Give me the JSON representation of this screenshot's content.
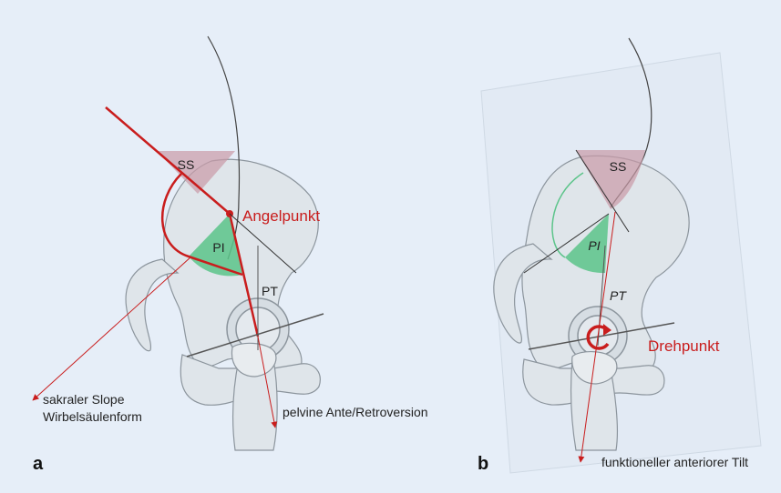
{
  "colors": {
    "background": "#e6eef8",
    "bone_fill": "#dfe5ea",
    "bone_stroke": "#8c959d",
    "accent_red": "#c91d1d",
    "pi_green": "#5cc48a",
    "ss_pink": "#c99aa6"
  },
  "panel_a": {
    "label": "a",
    "angles": {
      "ss": "SS",
      "pi": "PI",
      "pt": "PT"
    },
    "angelpunkt": "Angelpunkt",
    "sacral_line1": "sakraler Slope",
    "sacral_line2": "Wirbelsäulenform",
    "pelvine": "pelvine Ante/Retroversion"
  },
  "panel_b": {
    "label": "b",
    "angles": {
      "ss": "SS",
      "pi": "PI",
      "pt": "PT"
    },
    "drehpunkt": "Drehpunkt",
    "tilt": "funktioneller anteriorer Tilt"
  }
}
